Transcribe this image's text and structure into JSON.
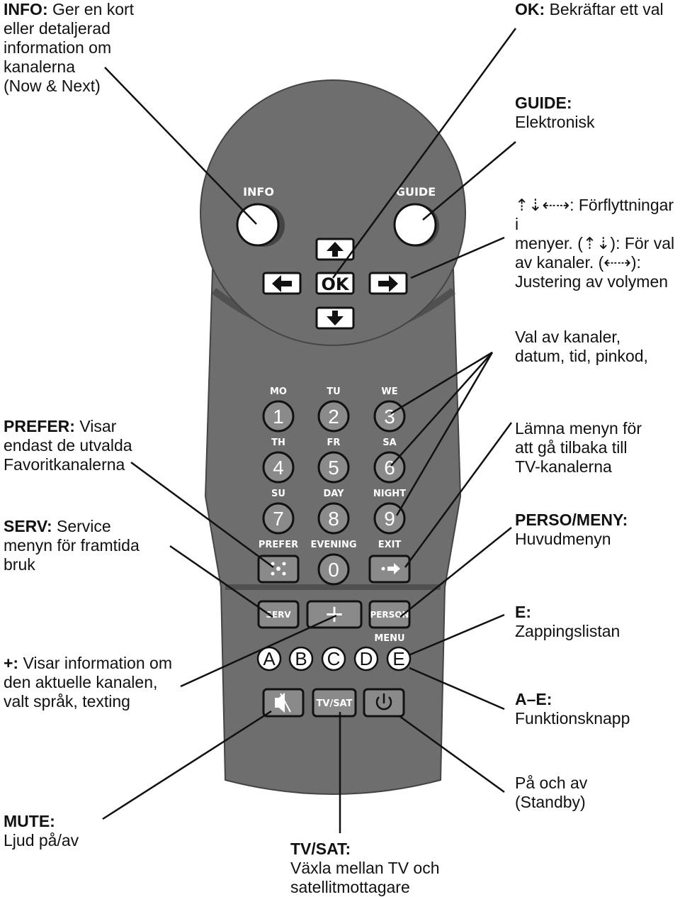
{
  "annotations": {
    "info": {
      "title": "INFO:",
      "lines": [
        "Ger en kort",
        "eller detaljerad",
        "information om",
        "kanalerna",
        "(Now & Next)"
      ]
    },
    "ok": {
      "title": "OK:",
      "lines": [
        "Bekräftar ett val"
      ]
    },
    "guide": {
      "title": "GUIDE:",
      "lines": [
        "Elektronisk"
      ]
    },
    "arrows": {
      "lines": [
        "⇡⇣⇠⇢: Förflyttningar i",
        "menyer. (⇡⇣): För val",
        "av kanaler. (⇠⇢):",
        "Justering av volymen"
      ]
    },
    "digits": {
      "lines": [
        "Val av kanaler,",
        "datum, tid, pinkod,"
      ]
    },
    "prefer": {
      "title": "PREFER:",
      "lines": [
        "Visar",
        "endast de utvalda",
        "Favoritkanalerna"
      ]
    },
    "exit": {
      "lines": [
        "Lämna menyn för",
        "att gå tilbaka till",
        "TV-kanalerna"
      ]
    },
    "serv": {
      "title": "SERV:",
      "lines": [
        "Service",
        "menyn för framtida",
        "bruk"
      ]
    },
    "perso": {
      "title": "PERSO/MENY:",
      "lines": [
        "Huvudmenyn"
      ]
    },
    "e": {
      "title": "E:",
      "lines": [
        "Zappingslistan"
      ]
    },
    "plus": {
      "title": "+:",
      "lines": [
        "Visar information om",
        "den aktuelle kanalen,",
        "valt språk, texting"
      ]
    },
    "ae": {
      "title": "A–E:",
      "lines": [
        "Funktionsknapp"
      ]
    },
    "power": {
      "lines": [
        "På och av",
        "(Standby)"
      ]
    },
    "mute": {
      "title": "MUTE:",
      "lines": [
        "Ljud på/av"
      ]
    },
    "tvsat": {
      "title": "TV/SAT:",
      "lines": [
        "Växla mellan TV och",
        "satellitmottagare"
      ]
    }
  },
  "remote": {
    "info_label": "INFO",
    "guide_label": "GUIDE",
    "ok_label": "OK",
    "digits": [
      "1",
      "2",
      "3",
      "4",
      "5",
      "6",
      "7",
      "8",
      "9",
      "0"
    ],
    "top_labels": [
      "MO",
      "TU",
      "WE",
      "TH",
      "FR",
      "SA",
      "SU",
      "DAY",
      "NIGHT"
    ],
    "prefer_label": "PREFER",
    "evening_label": "EVENING",
    "exit_label": "EXIT",
    "serv_label": "SERV",
    "plus_label": "+",
    "person_label": "PERSON",
    "menu_label": "MENU",
    "letters": [
      "A",
      "B",
      "C",
      "D",
      "E"
    ],
    "tvsat_label": "TV/SAT"
  },
  "colors": {
    "body": "#6e6e6e",
    "button": "#8a8a8a",
    "line": "#111111"
  }
}
